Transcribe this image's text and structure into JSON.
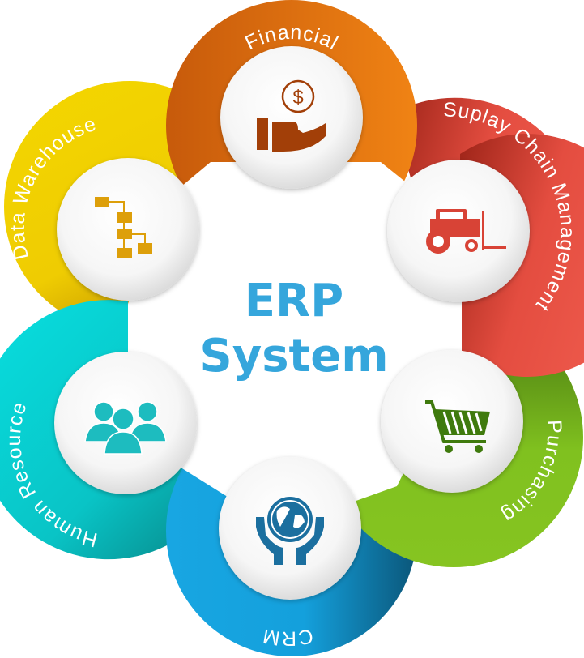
{
  "center": {
    "line1": "ERP",
    "line2": "System",
    "color": "#35a6dc"
  },
  "modules": [
    {
      "id": "financial",
      "label": "Financial",
      "icon": "hand-dollar-icon",
      "color": "#e9780f",
      "dark": "#c25a0a",
      "icon_color": "#a23f08"
    },
    {
      "id": "supply-chain",
      "label": "Suplay Chain Management",
      "icon": "forklift-icon",
      "color": "#ea5448",
      "dark": "#a9291f",
      "icon_color": "#d84336"
    },
    {
      "id": "purchasing",
      "label": "Purchasing",
      "icon": "shopping-cart-icon",
      "color": "#7fbf1e",
      "dark": "#45770f",
      "icon_color": "#3f7a0d"
    },
    {
      "id": "crm",
      "label": "CRM",
      "icon": "globe-hands-icon",
      "color": "#16a3e0",
      "dark": "#0d5e86",
      "icon_color": "#1b6f9f"
    },
    {
      "id": "human-resource",
      "label": "Human Resource",
      "icon": "people-icon",
      "color": "#0ad6d8",
      "dark": "#07908f",
      "icon_color": "#1dbcbf"
    },
    {
      "id": "data-warehouse",
      "label": "Data Warehouse",
      "icon": "hierarchy-icon",
      "color": "#f2d204",
      "dark": "#c9a300",
      "icon_color": "#dd9f0a"
    }
  ]
}
